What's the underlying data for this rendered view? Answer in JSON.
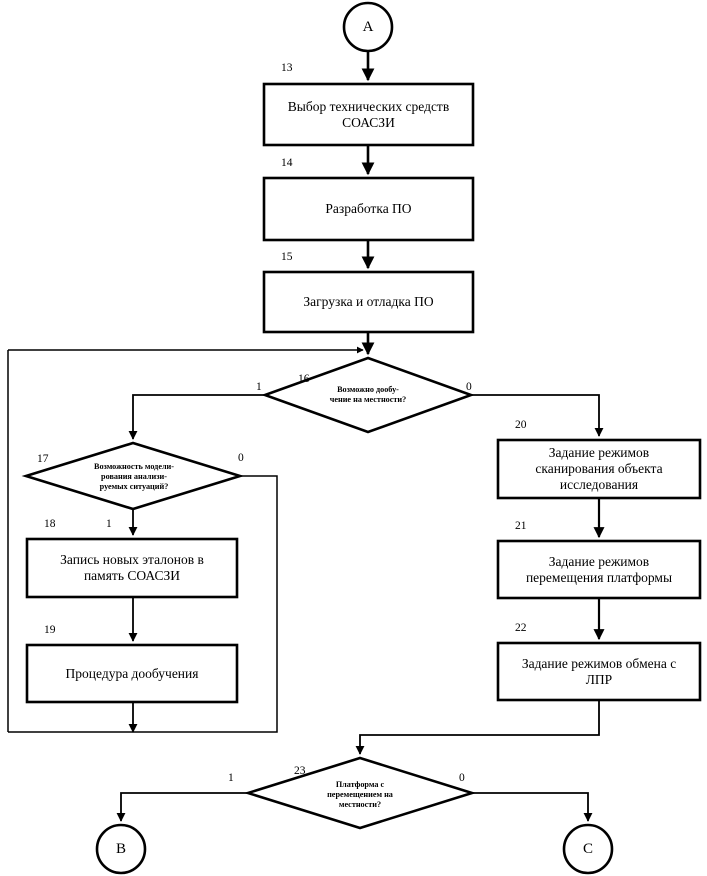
{
  "diagram": {
    "title": "Flowchart continuation (nodes 13-23)",
    "colors": {
      "stroke": "#000000",
      "fill": "#ffffff",
      "connector": "#1a1a1a"
    },
    "terminators": [
      {
        "id": "A",
        "label": "A",
        "role": "entry-connector"
      },
      {
        "id": "B",
        "label": "B",
        "role": "exit-connector"
      },
      {
        "id": "C",
        "label": "C",
        "role": "exit-connector"
      }
    ],
    "processes": [
      {
        "num": "13",
        "lines": [
          "Выбор технических средств",
          "СОАСЗИ"
        ]
      },
      {
        "num": "14",
        "lines": [
          "Разработка ПО"
        ]
      },
      {
        "num": "15",
        "lines": [
          "Загрузка и отладка ПО"
        ]
      },
      {
        "num": "18",
        "lines": [
          "Запись новых эталонов в",
          "память СОАСЗИ"
        ]
      },
      {
        "num": "19",
        "lines": [
          "Процедура дообучения"
        ]
      },
      {
        "num": "20",
        "lines": [
          "Задание режимов",
          "сканирования объекта",
          "исследования"
        ]
      },
      {
        "num": "21",
        "lines": [
          "Задание режимов",
          "перемещения платформы"
        ]
      },
      {
        "num": "22",
        "lines": [
          "Задание режимов обмена с",
          "ЛПР"
        ]
      }
    ],
    "decisions": [
      {
        "num": "16",
        "lines": [
          "Возможно дообу-",
          "чение на местности?"
        ],
        "yes_label": "1",
        "no_label": "0"
      },
      {
        "num": "17",
        "lines": [
          "Возможность модели-",
          "рования анализи-",
          "руемых ситуаций?"
        ],
        "yes_label": "1",
        "no_label": "0"
      },
      {
        "num": "23",
        "lines": [
          "Платформа с",
          "перемещением на",
          "местности?"
        ],
        "yes_label": "1",
        "no_label": "0"
      }
    ]
  }
}
